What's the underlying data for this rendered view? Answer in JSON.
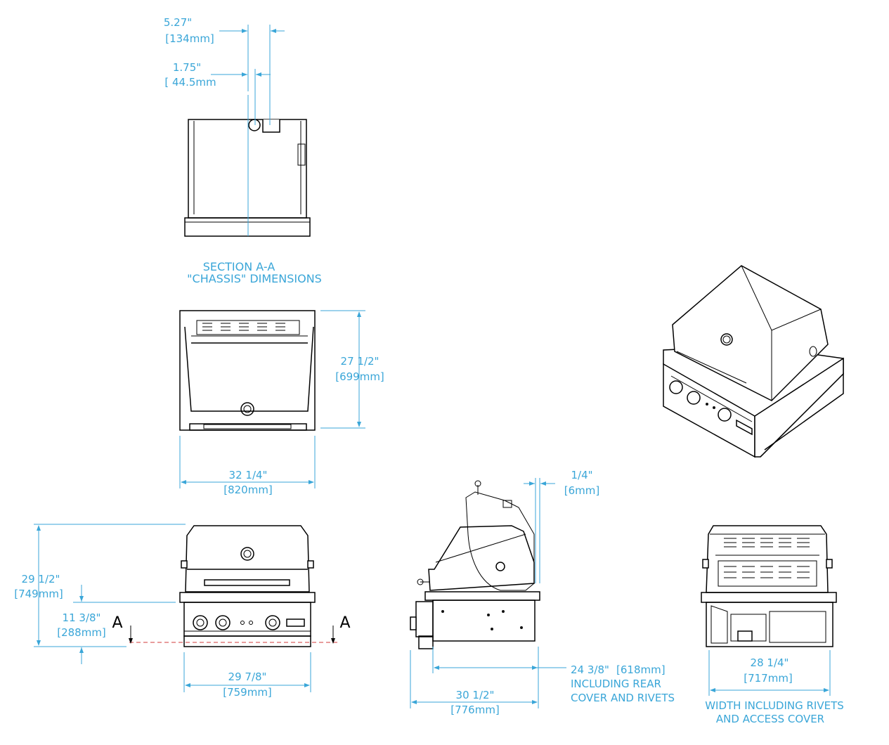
{
  "section_title": {
    "line1": "SECTION A-A",
    "line2": "\"CHASSIS\" DIMENSIONS"
  },
  "section_marker": "A",
  "dimensions": {
    "chassis_offset_a": {
      "inch": "5.27\"",
      "mm": "[134mm]"
    },
    "chassis_offset_b": {
      "inch": "1.75\"",
      "mm": "[ 44.5mm"
    },
    "depth_top": {
      "inch": "27 1/2\"",
      "mm": "[699mm]"
    },
    "width_top": {
      "inch": "32 1/4\"",
      "mm": "[820mm]"
    },
    "overall_height": {
      "inch": "29 1/2\"",
      "mm": "[749mm]"
    },
    "base_height": {
      "inch": "11 3/8\"",
      "mm": "[288mm]"
    },
    "front_width": {
      "inch": "29 7/8\"",
      "mm": "[759mm]"
    },
    "lid_clearance": {
      "inch": "1/4\"",
      "mm": "[6mm]"
    },
    "side_depth": {
      "inch": "30 1/2\"",
      "mm": "[776mm]"
    },
    "rear_depth": {
      "inch": "24 3/8\"",
      "mm": "[618mm]",
      "note_line1": "INCLUDING REAR",
      "note_line2": "COVER AND RIVETS"
    },
    "rear_width": {
      "inch": "28 1/4\"",
      "mm": "[717mm]",
      "note_line1": "WIDTH INCLUDING RIVETS",
      "note_line2": "AND ACCESS COVER"
    }
  },
  "colors": {
    "dimension": "#3aa6d8",
    "outline": "#000000",
    "section_line": "#d23b3b"
  }
}
